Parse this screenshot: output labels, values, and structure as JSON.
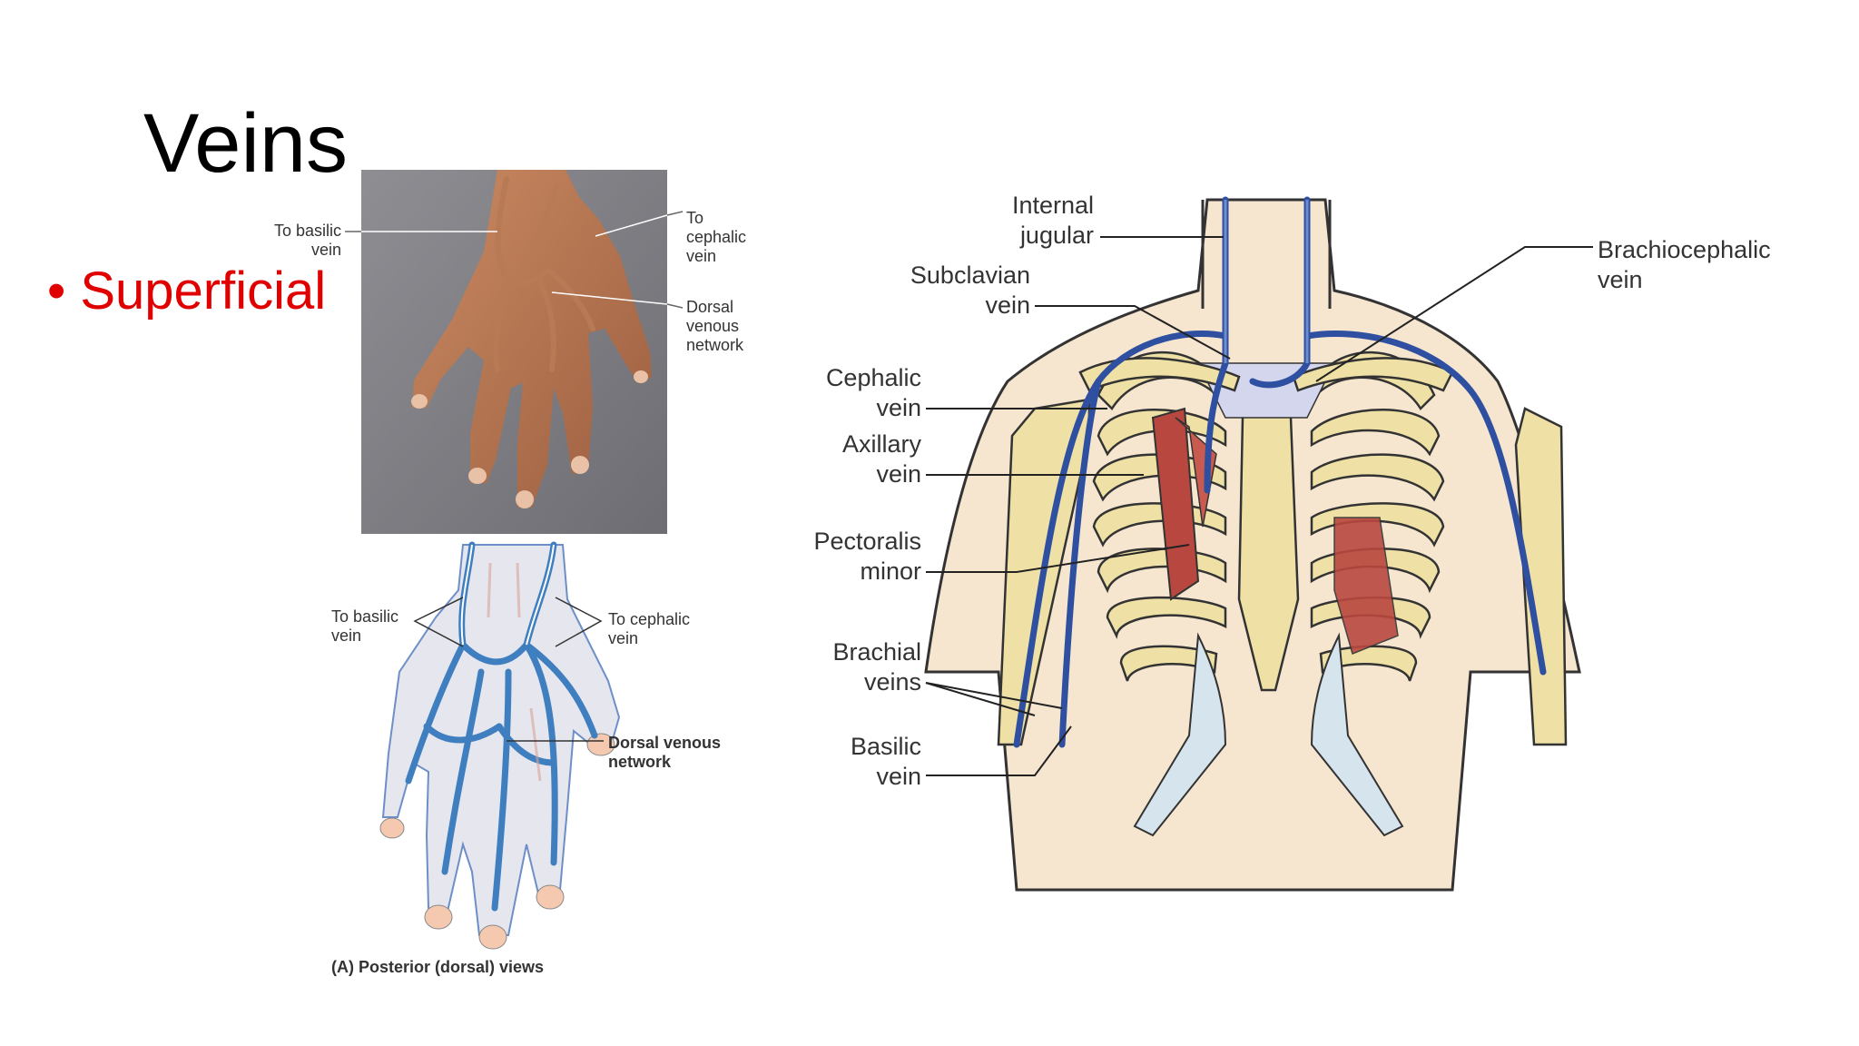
{
  "slide": {
    "title": "Veins",
    "bullet": "Superficial"
  },
  "hand_photo": {
    "labels": {
      "basilic": "To basilic\nvein",
      "cephalic": "To\ncephalic\nvein",
      "dorsal": "Dorsal\nvenous\nnetwork"
    }
  },
  "hand_illustration": {
    "labels": {
      "basilic": "To basilic\nvein",
      "cephalic": "To cephalic\nvein",
      "dorsal": "Dorsal venous\nnetwork"
    },
    "caption": "(A) Posterior (dorsal) views"
  },
  "chest_diagram": {
    "labels": {
      "internal_jugular": "Internal\njugular",
      "subclavian": "Subclavian\nvein",
      "cephalic": "Cephalic\nvein",
      "axillary": "Axillary\nvein",
      "pectoralis": "Pectoralis\nminor",
      "brachial": "Brachial\nveins",
      "basilic": "Basilic\nvein",
      "brachiocephalic": "Brachiocephalic\nvein"
    }
  },
  "colors": {
    "title": "#000000",
    "bullet": "#e00000",
    "vein_blue": "#2f4fa0",
    "bone": "#efe1a6",
    "cartilage": "#d6e4ee",
    "muscle": "#b8483f",
    "skin": "#f6e6d0"
  }
}
